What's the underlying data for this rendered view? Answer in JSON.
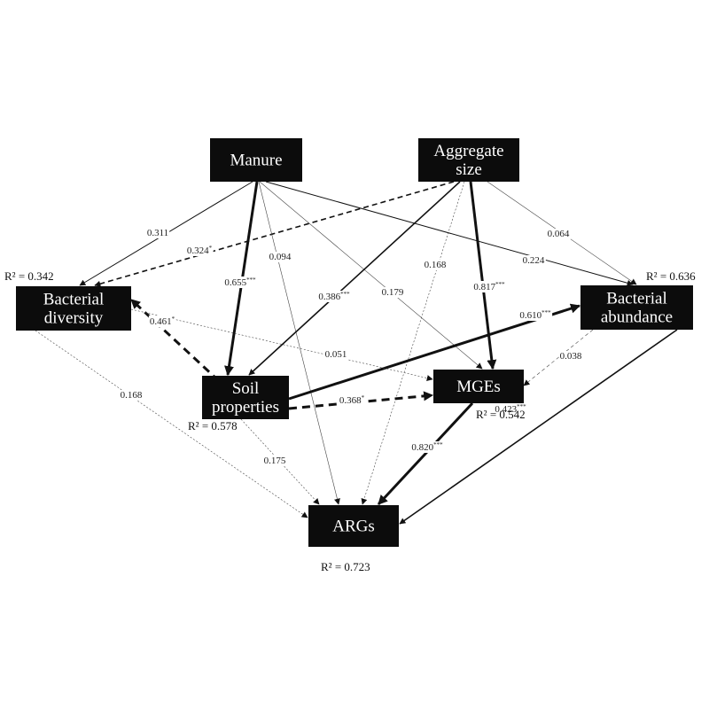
{
  "nodes": [
    {
      "id": "manure",
      "lines": [
        "Manure"
      ]
    },
    {
      "id": "aggregate",
      "lines": [
        "Aggregate",
        "size"
      ]
    },
    {
      "id": "bacdiv",
      "lines": [
        "Bacterial",
        "diversity"
      ]
    },
    {
      "id": "bacabund",
      "lines": [
        "Bacterial",
        "abundance"
      ]
    },
    {
      "id": "soil",
      "lines": [
        "Soil",
        "properties"
      ]
    },
    {
      "id": "mges",
      "lines": [
        "MGEs"
      ]
    },
    {
      "id": "args",
      "lines": [
        "ARGs"
      ]
    }
  ],
  "r2_labels": [
    {
      "node": "bacdiv",
      "text": "R² = 0.342"
    },
    {
      "node": "bacabund",
      "text": "R² = 0.636"
    },
    {
      "node": "soil",
      "text": "R² = 0.578"
    },
    {
      "node": "mges",
      "text": "R² = 0.542"
    },
    {
      "node": "args",
      "text": "R² = 0.723"
    }
  ],
  "paths": [
    {
      "from": "manure",
      "to": "bacdiv",
      "coef": "0.311",
      "sig": "",
      "style": "solid",
      "weight": "thin"
    },
    {
      "from": "aggregate",
      "to": "bacdiv",
      "coef": "0.324",
      "sig": "*",
      "style": "dashed",
      "weight": "medium"
    },
    {
      "from": "manure",
      "to": "soil",
      "coef": "0.655",
      "sig": "***",
      "style": "solid",
      "weight": "thick"
    },
    {
      "from": "manure",
      "to": "args",
      "coef": "0.094",
      "sig": "",
      "style": "solid",
      "weight": "hair"
    },
    {
      "from": "manure",
      "to": "mges",
      "coef": "0.179",
      "sig": "",
      "style": "solid",
      "weight": "hair"
    },
    {
      "from": "manure",
      "to": "bacabund",
      "coef": "0.224",
      "sig": "",
      "style": "solid",
      "weight": "thin"
    },
    {
      "from": "aggregate",
      "to": "soil",
      "coef": "0.386",
      "sig": "***",
      "style": "solid",
      "weight": "medium"
    },
    {
      "from": "aggregate",
      "to": "args",
      "coef": "0.168",
      "sig": "",
      "style": "dotted",
      "weight": "hair"
    },
    {
      "from": "aggregate",
      "to": "mges",
      "coef": "0.817",
      "sig": "***",
      "style": "solid",
      "weight": "thick"
    },
    {
      "from": "aggregate",
      "to": "bacabund",
      "coef": "0.064",
      "sig": "",
      "style": "solid",
      "weight": "hair"
    },
    {
      "from": "soil",
      "to": "bacdiv",
      "coef": "0.461",
      "sig": "*",
      "style": "dashed",
      "weight": "thick"
    },
    {
      "from": "soil",
      "to": "bacabund",
      "coef": "0.610",
      "sig": "***",
      "style": "solid",
      "weight": "thick"
    },
    {
      "from": "soil",
      "to": "mges",
      "coef": "0.368",
      "sig": "*",
      "style": "dashed",
      "weight": "thick"
    },
    {
      "from": "bacdiv",
      "to": "mges",
      "coef": "0.051",
      "sig": "",
      "style": "dotted",
      "weight": "hair"
    },
    {
      "from": "bacabund",
      "to": "mges",
      "coef": "0.038",
      "sig": "",
      "style": "dashed",
      "weight": "hair"
    },
    {
      "from": "bacdiv",
      "to": "args",
      "coef": "0.168",
      "sig": "",
      "style": "dotted",
      "weight": "hair"
    },
    {
      "from": "soil",
      "to": "args",
      "coef": "0.175",
      "sig": "",
      "style": "dotted",
      "weight": "hair"
    },
    {
      "from": "mges",
      "to": "args",
      "coef": "0.820",
      "sig": "***",
      "style": "solid",
      "weight": "thick"
    },
    {
      "from": "bacabund",
      "to": "args",
      "coef": "0.423",
      "sig": "***",
      "style": "solid",
      "weight": "medium"
    }
  ]
}
